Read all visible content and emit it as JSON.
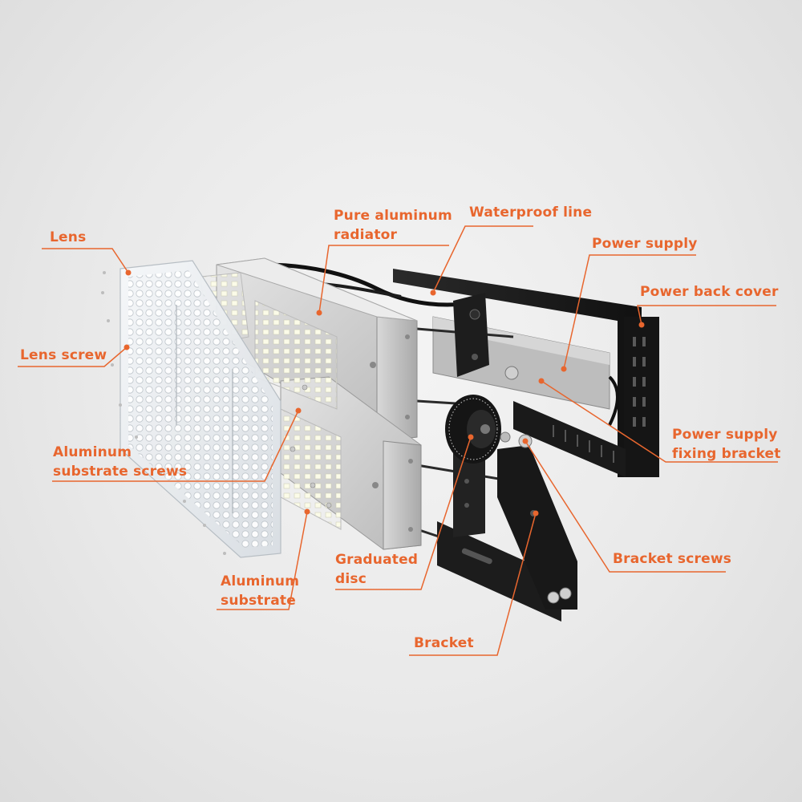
{
  "labels": {
    "lens": "Lens",
    "lens_screw": "Lens screw",
    "aluminum_substrate_screws_1": "Aluminum",
    "aluminum_substrate_screws_2": "substrate screws",
    "aluminum_substrate_1": "Aluminum",
    "aluminum_substrate_2": "substrate",
    "pure_aluminum_radiator_1": "Pure aluminum",
    "pure_aluminum_radiator_2": "radiator",
    "waterproof_line": "Waterproof line",
    "power_supply": "Power supply",
    "power_back_cover": "Power back cover",
    "power_supply_fixing_bracket_1": "Power supply",
    "power_supply_fixing_bracket_2": "fixing bracket",
    "graduated_disc_1": "Graduated",
    "graduated_disc_2": "disc",
    "bracket_screws": "Bracket screws",
    "bracket": "Bracket"
  },
  "colors": {
    "accent": "#e8662e",
    "housing": "#1f1f1f",
    "radiator": "#cfcfcf",
    "lens": "#eef2f5"
  }
}
